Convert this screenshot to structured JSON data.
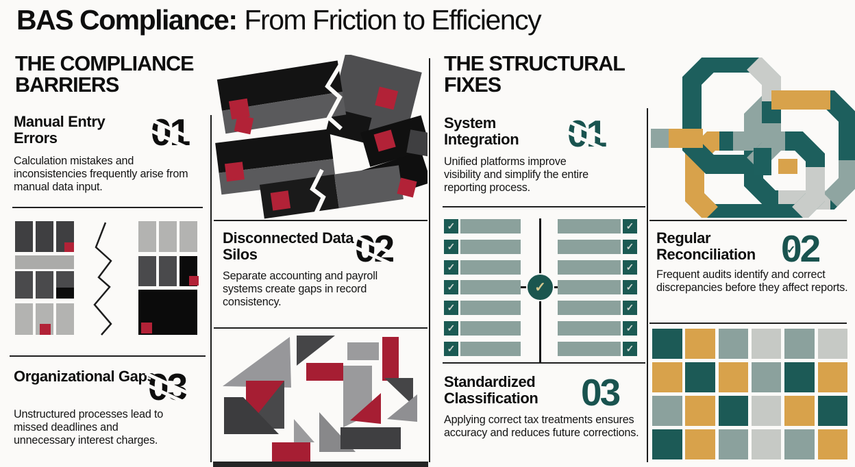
{
  "title": {
    "bold": "BAS Compliance:",
    "regular": "From Friction to Efficiency"
  },
  "left_section": {
    "heading": "THE COMPLIANCE BARRIERS",
    "items": [
      {
        "number": "01",
        "title": "Manual Entry Errors",
        "description": "Calculation mistakes and inconsistencies frequently arise from manual data input."
      },
      {
        "number": "02",
        "title": "Disconnected Data Silos",
        "description": "Separate accounting and payroll systems create gaps in record consistency."
      },
      {
        "number": "03",
        "title": "Organizational Gaps",
        "description": "Unstructured processes lead to missed deadlines and unnecessary interest charges."
      }
    ]
  },
  "right_section": {
    "heading": "THE STRUCTURAL FIXES",
    "items": [
      {
        "number": "01",
        "title": "System Integration",
        "description": "Unified platforms improve visibility and simplify the entire reporting process."
      },
      {
        "number": "02",
        "title": "Regular Reconciliation",
        "description": "Frequent audits identify and correct discrepancies before they affect reports."
      },
      {
        "number": "03",
        "title": "Standardized Classification",
        "description": "Applying correct tax treatments ensures accuracy and reduces future corrections."
      }
    ]
  },
  "palette": {
    "teal": "#1c5a56",
    "gold": "#d8a24b",
    "gray_teal": "#8ba19d",
    "light_gray": "#c6c9c5",
    "crimson": "#b22237",
    "black": "#111111",
    "dark_gray": "#4b4b4d",
    "accent_number": "#19534f"
  },
  "illustrations": {
    "checklist": {
      "rows_per_column": 7,
      "check_glyph": "✓"
    },
    "color_grid": {
      "rows": [
        [
          "teal",
          "gold",
          "gray_teal",
          "light_gray",
          "gray_teal",
          "light_gray"
        ],
        [
          "gold",
          "teal",
          "gold",
          "gray_teal",
          "teal",
          "gold"
        ],
        [
          "gray_teal",
          "gold",
          "teal",
          "light_gray",
          "gold",
          "teal"
        ],
        [
          "teal",
          "gold",
          "gray_teal",
          "light_gray",
          "gray_teal",
          "gold"
        ]
      ]
    }
  }
}
